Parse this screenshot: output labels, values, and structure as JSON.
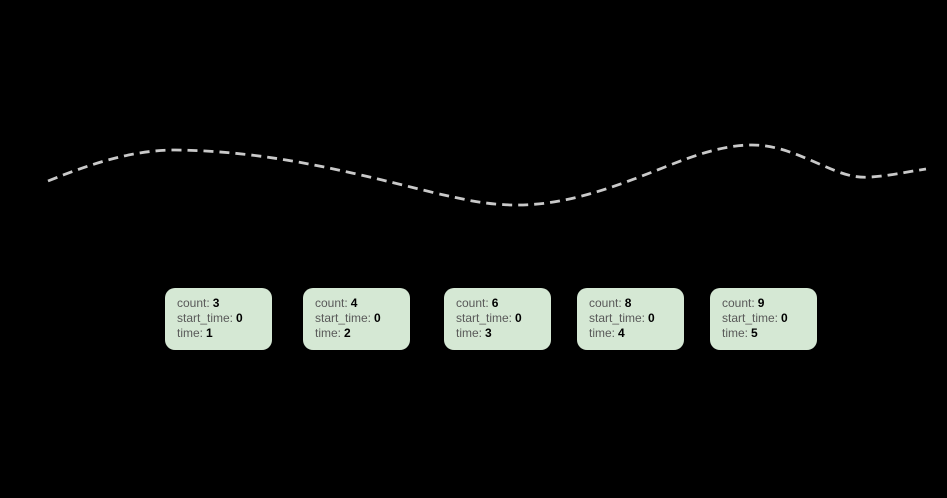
{
  "labels": {
    "count": "count:",
    "start_time": "start_time:",
    "time": "time:"
  },
  "nodes": [
    {
      "count": "3",
      "start_time": "0",
      "time": "1"
    },
    {
      "count": "4",
      "start_time": "0",
      "time": "2"
    },
    {
      "count": "6",
      "start_time": "0",
      "time": "3"
    },
    {
      "count": "8",
      "start_time": "0",
      "time": "4"
    },
    {
      "count": "9",
      "start_time": "0",
      "time": "5"
    }
  ],
  "colors": {
    "background": "#000000",
    "node_fill": "#d5e8d4",
    "label_text": "#595959",
    "value_text": "#000000",
    "curve": "#c9c9c9"
  },
  "curve": {
    "style": "dashed"
  }
}
